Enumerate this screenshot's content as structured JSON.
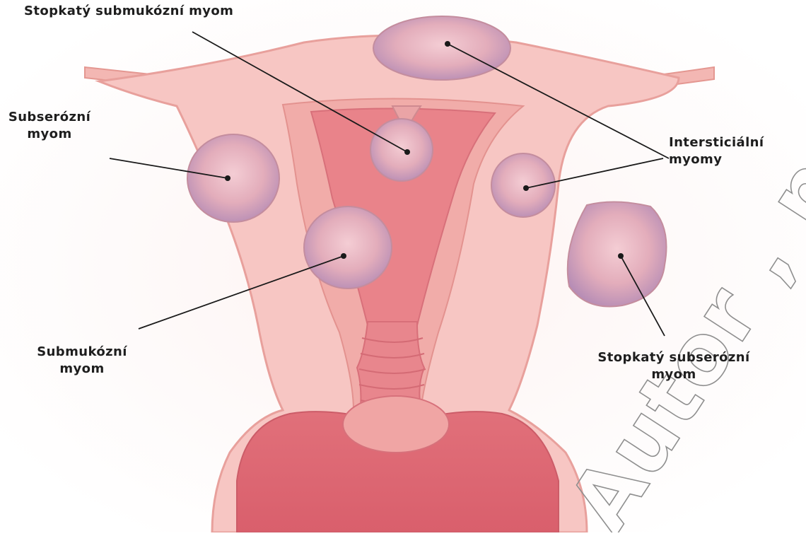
{
  "labels": {
    "stopkaty_submukozni": "Stopkatý submukózní myom",
    "subserozni_line1": "Subserózní",
    "subserozni_line2": "myom",
    "intersticialni_line1": "Intersticiální",
    "intersticialni_line2": "myomy",
    "submukozni_line1": "Submukózní",
    "submukozni_line2": "myom",
    "stopkaty_subserozni_line1": "Stopkatý subserózní",
    "stopkaty_subserozni_line2": "myom"
  },
  "watermark": "Autor , nevyplnujte!",
  "colors": {
    "tissue_light": "#f7c9c6",
    "tissue_mid": "#f0a7a4",
    "cavity": "#e9838a",
    "fibroid": "#e7b4bf",
    "fibroid_purple": "#a98cbf",
    "leader_line": "#1a1a1a"
  }
}
